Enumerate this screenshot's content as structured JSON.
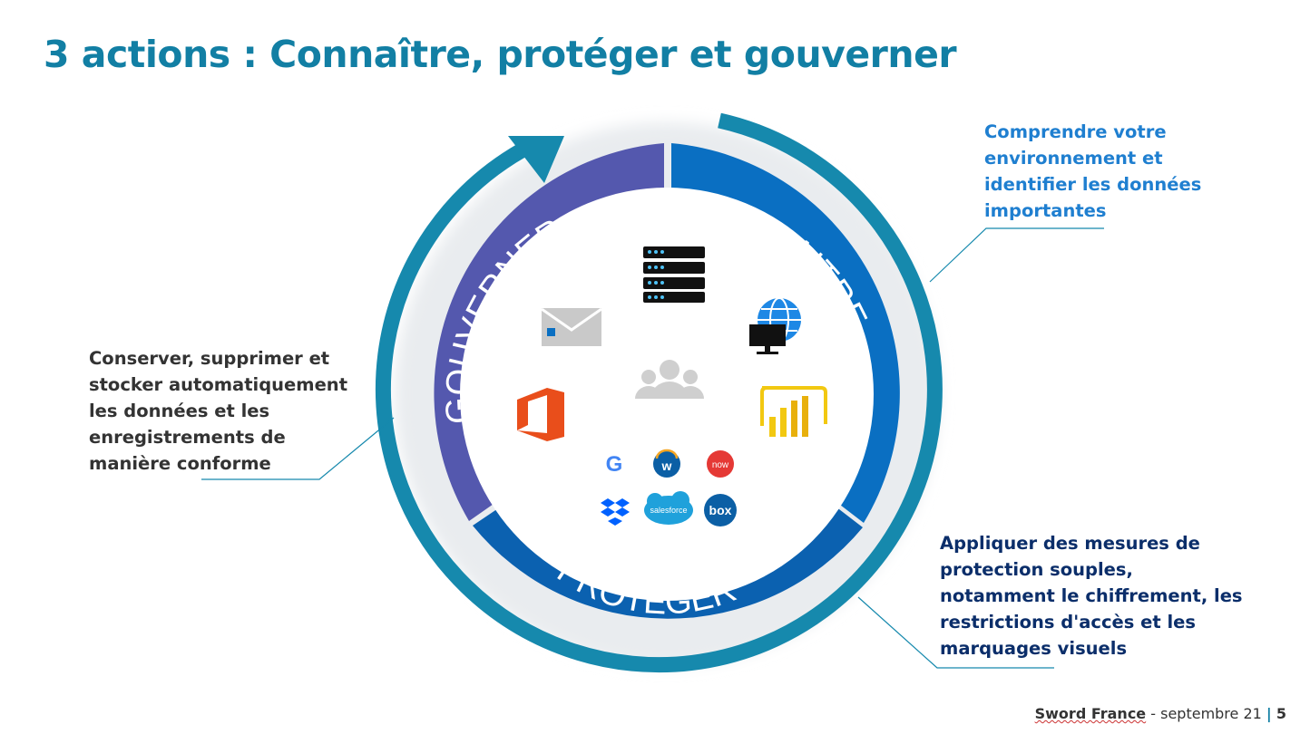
{
  "title": "3 actions : Connaître, protéger et gouverner",
  "ring_labels": {
    "connaitre": "CONNAITRE",
    "proteger": "PROTEGER",
    "gouverner": "GOUVERNER"
  },
  "callouts": {
    "connaitre": "Comprendre votre\nenvironnement et\nidentifier les données\nimportantes",
    "gouverner": "Conserver, supprimer et\nstocker automatiquement\nles données et les\nenregistrements de\nmanière conforme",
    "proteger": "Appliquer des mesures de\nprotection souples,\nnotamment le chiffrement, les\nrestrictions d'accès et les\nmarquages visuels"
  },
  "logos": {
    "now": "now",
    "salesforce": "salesforce",
    "box": "box",
    "google": "G",
    "workday": "w"
  },
  "icons": [
    "server-icon",
    "email-icon",
    "globe-monitor-icon",
    "users-icon",
    "office-icon",
    "power-bi-icon",
    "google-logo",
    "workday-logo",
    "servicenow-logo",
    "dropbox-logo",
    "salesforce-logo",
    "box-logo"
  ],
  "colors": {
    "title": "#127fa4",
    "outer_arrow": "#1689ad",
    "connaitre_segment": "#0a6fc2",
    "proteger_segment": "#0b61b0",
    "gouverner_segment": "#5458ae"
  },
  "footer": {
    "brand": "Sword France",
    "date": "- septembre 21",
    "separator": "|",
    "page": "5"
  }
}
